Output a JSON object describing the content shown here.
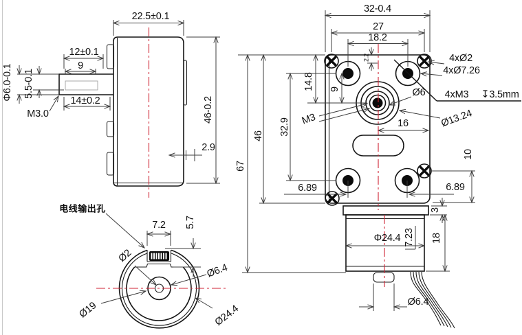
{
  "colors": {
    "outline": "#151515",
    "dimension_lines": "#3d3d3d",
    "centerline_red": "#cf2233",
    "hole_fill": "#0b0b0b",
    "background": "#ffffff"
  },
  "side_view": {
    "width": "22.5±0.1",
    "shaft_flat_length": "12±0.1",
    "shaft_flat_straight": "9",
    "shaft_length": "14±0.2",
    "shaft_diameter": "Φ6.0-0.1",
    "shaft_across_flat": "5.5-0.1",
    "shaft_end_tap": "M3.0",
    "body_height": "46-0.2",
    "rear_offset": "2.9"
  },
  "front_view": {
    "body_width": "32-0.4",
    "screw_spacing": "27",
    "hole_spacing_h": "18.2",
    "axis_offset": "2.2",
    "shaft_center_from_top": "14.8",
    "hole_row_offset": "9",
    "hole_spacing_v": "32.9",
    "center_tap": "M3",
    "body_height": "46",
    "total_height": "67",
    "center_to_edge": "16",
    "pin_holes": "4xØ2",
    "counterbores": "4xØ7.26",
    "shaft_hub": "Ø6",
    "mount_tap": "4xM3",
    "mount_tap_depth": "↧3.5mm",
    "boss_diameter": "Ø13.24",
    "screw_from_bottom": "10",
    "hole_from_bottom_left": "6.89",
    "hole_from_bottom_right": "6.89",
    "flange_height": "3",
    "wire_offset": "7.23",
    "motor_height": "18",
    "motor_diameter": "Φ24.4",
    "rear_hub_diameter": "Ø6.4"
  },
  "bottom_view": {
    "wire_hole_label": "电线输出孔",
    "wire_hole_width": "7.2",
    "wire_hole_depth": "5.7",
    "shaft_tip": "Ø2",
    "bearing_boss": "Ø6.4",
    "inner_diameter": "Ø19",
    "outer_diameter": "Ø24.4"
  }
}
